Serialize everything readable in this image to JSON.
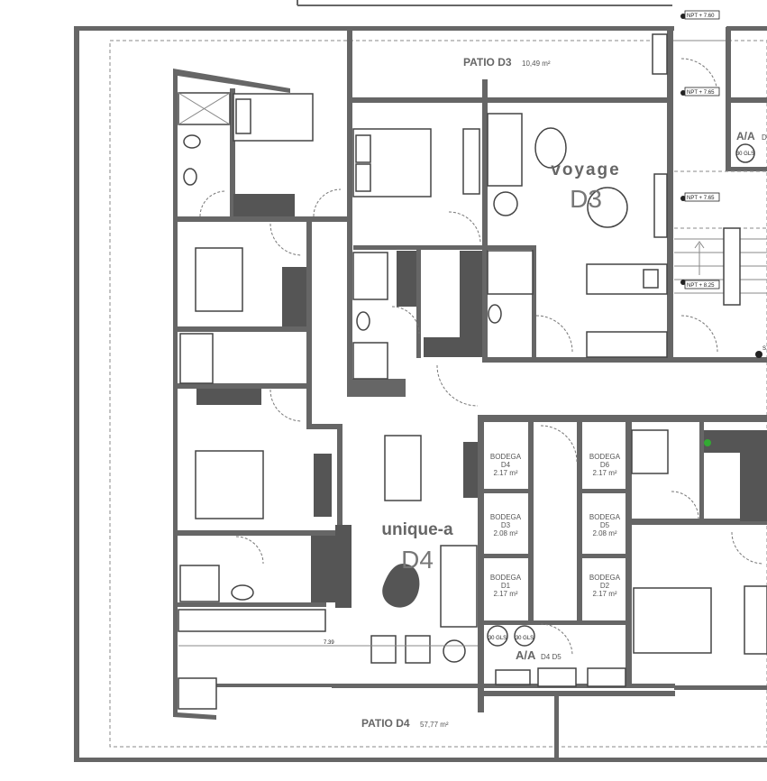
{
  "patios": [
    {
      "name": "PATIO D3",
      "area": "10,49 m²"
    },
    {
      "name": "PATIO D4",
      "area": "57,77 m²"
    }
  ],
  "units": [
    {
      "model": "voyage",
      "unit": "D3"
    },
    {
      "model": "unique-a",
      "unit": "D4"
    }
  ],
  "bodegas": [
    {
      "title": "BODEGA",
      "unit": "D4",
      "area": "2.17 m²"
    },
    {
      "title": "BODEGA",
      "unit": "D6",
      "area": "2.17 m²"
    },
    {
      "title": "BODEGA",
      "unit": "D3",
      "area": "2.08 m²"
    },
    {
      "title": "BODEGA",
      "unit": "D5",
      "area": "2.08 m²"
    },
    {
      "title": "BODEGA",
      "unit": "D1",
      "area": "2.17 m²"
    },
    {
      "title": "BODEGA",
      "unit": "D2",
      "area": "2.17 m²"
    }
  ],
  "ac": [
    {
      "label": "A/A",
      "units": "D4 D5"
    },
    {
      "label": "A/A",
      "units": "D"
    }
  ],
  "ac_unit_label": "30 GLS",
  "levels": [
    "NPT + 7.60",
    "NPT + 7.65",
    "NPT + 7.65",
    "NPT + 8.25"
  ],
  "dimension": "7.39",
  "stair_mark": "S"
}
